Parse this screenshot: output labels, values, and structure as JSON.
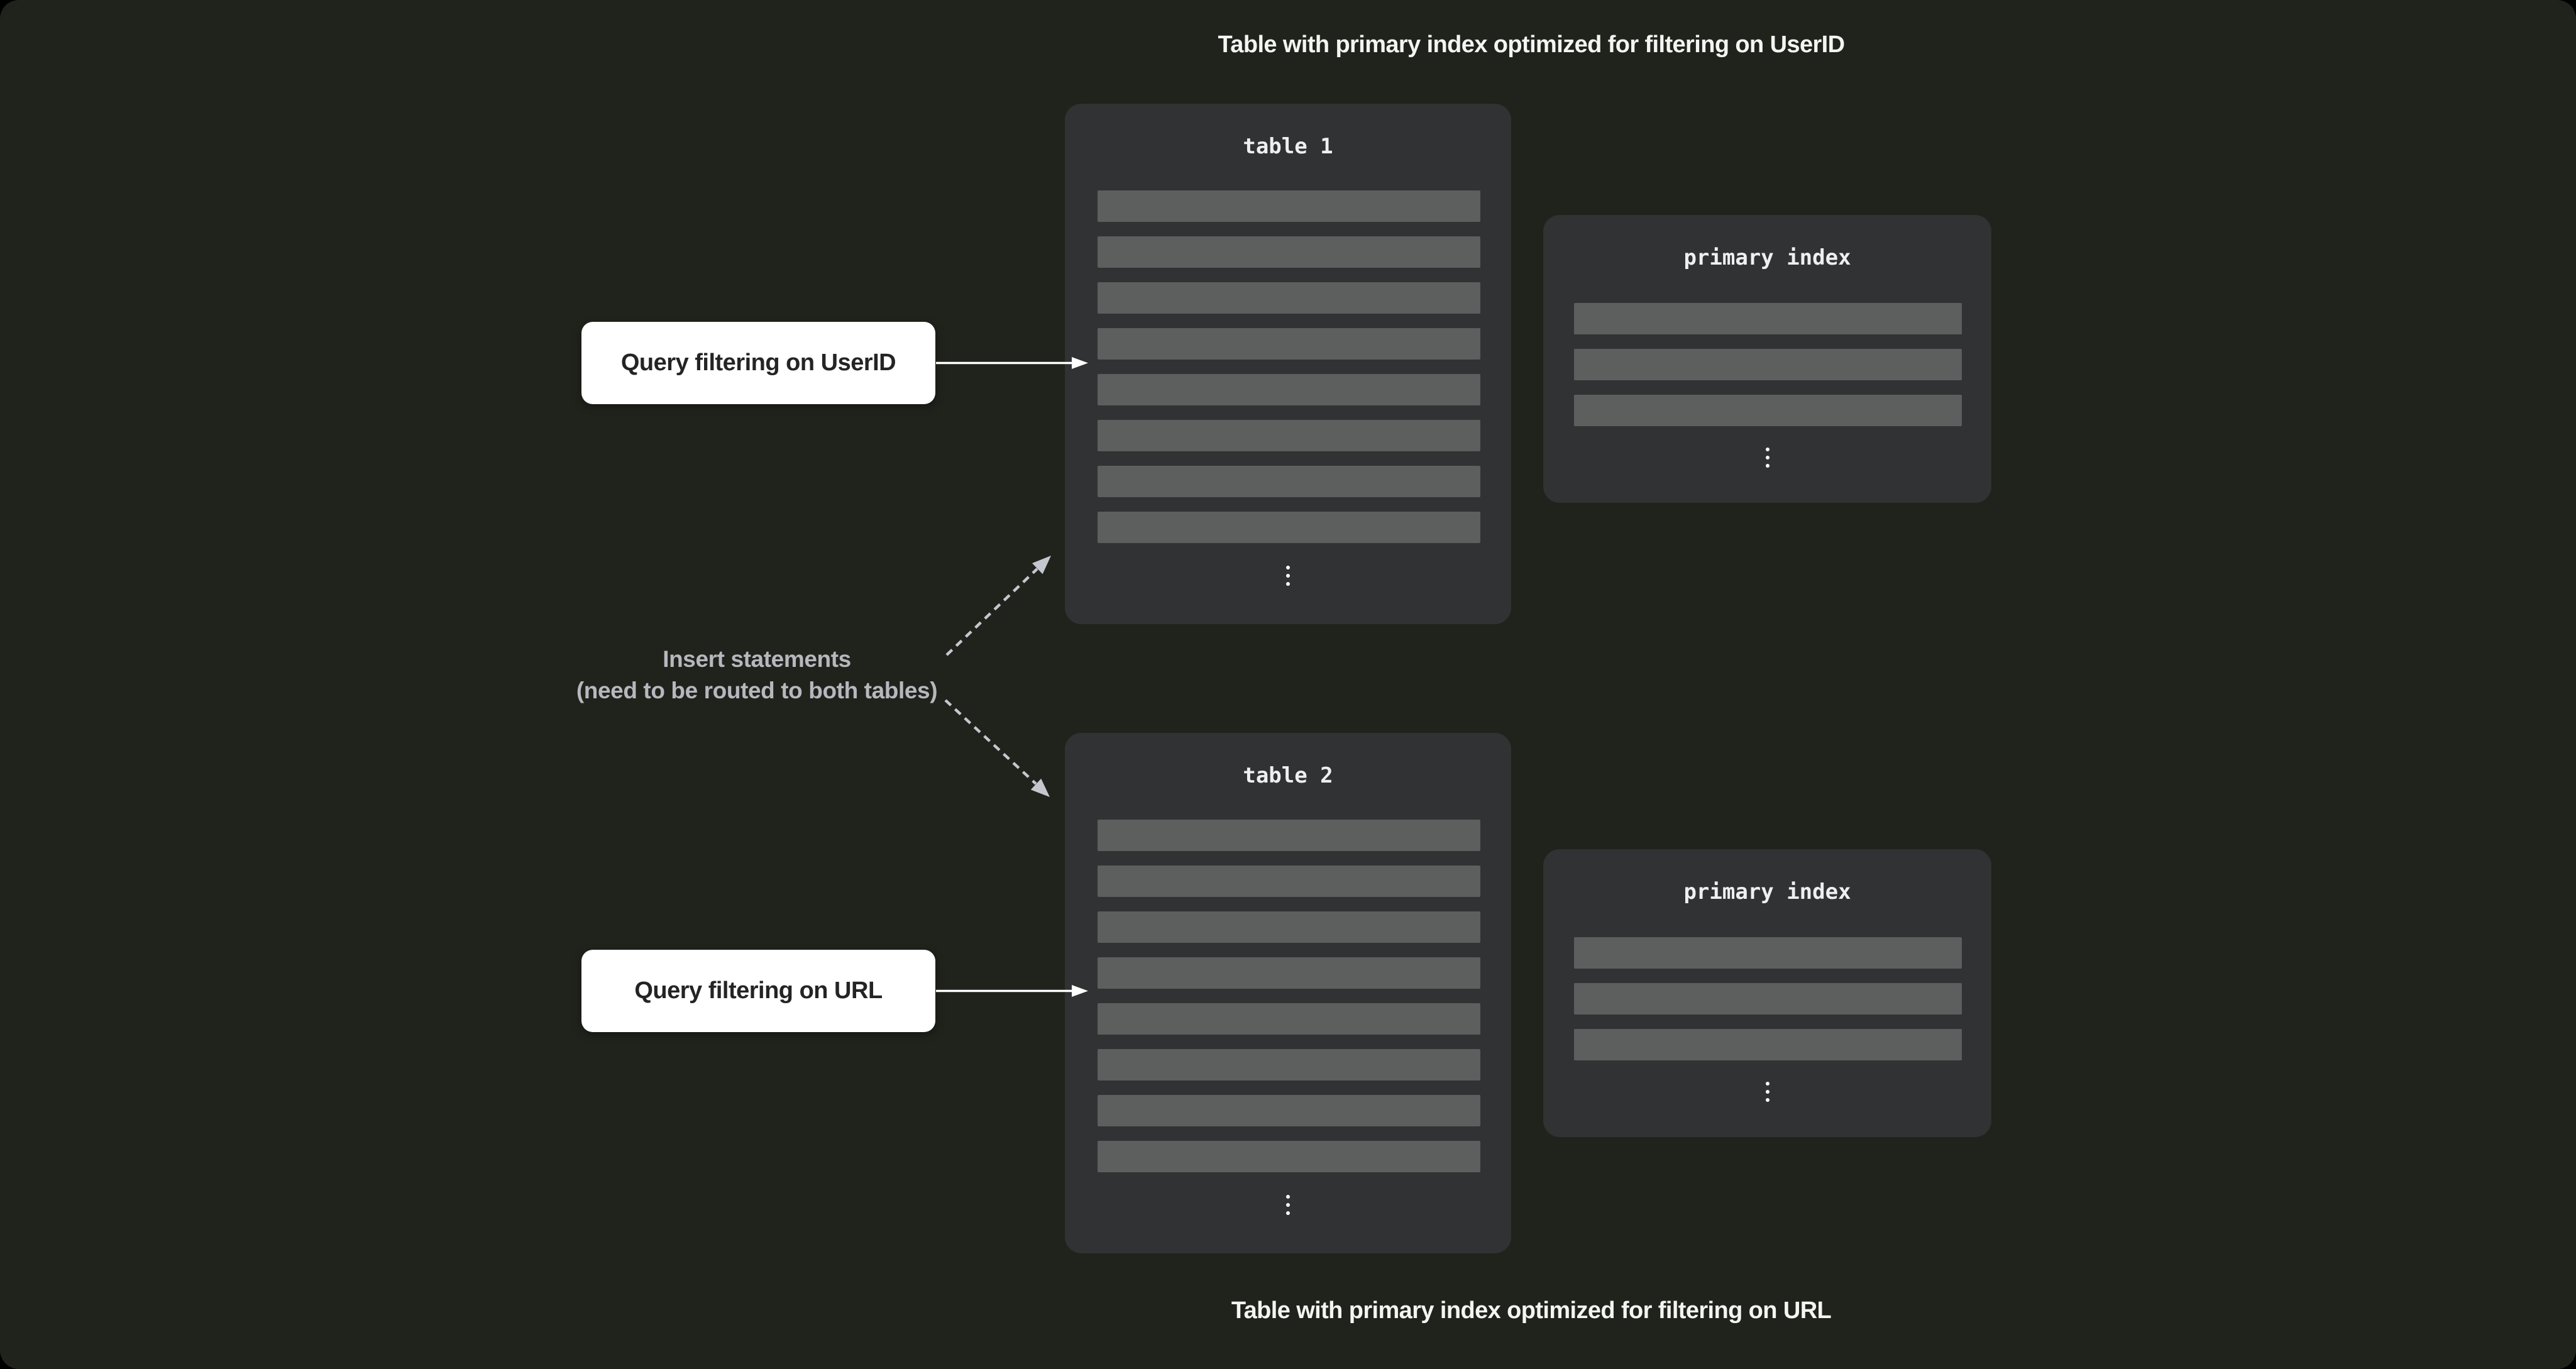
{
  "captions": {
    "top": "Table with primary index optimized for filtering on UserID",
    "bottom": "Table with primary index optimized for filtering on URL"
  },
  "annotations": {
    "query_userid": "Query filtering on UserID",
    "query_url": "Query filtering on URL",
    "insert_line1": "Insert statements",
    "insert_line2": "(need to be routed to both tables)"
  },
  "cards": {
    "table1": {
      "title": "table 1",
      "row_count": 8
    },
    "table2": {
      "title": "table 2",
      "row_count": 8
    },
    "index1": {
      "title": "primary index",
      "row_count": 3
    },
    "index2": {
      "title": "primary index",
      "row_count": 3
    },
    "ellipsis_dots": 3
  },
  "colors": {
    "canvas_background": "#20221c",
    "card_background": "#313233",
    "row_fill": "#5d5e5e",
    "caption_text": "#f4f5f3",
    "note_text": "#b5b9be",
    "dashed_arrow": "#c4c8ce",
    "solid_arrow": "#ffffff",
    "button_background": "#ffffff",
    "button_text": "#242424"
  }
}
